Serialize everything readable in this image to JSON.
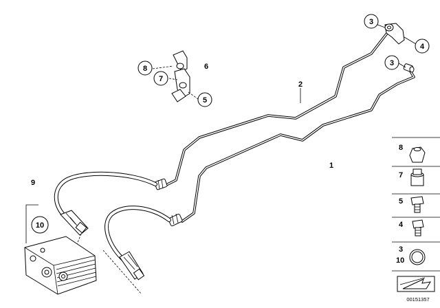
{
  "callouts": {
    "c1": "1",
    "c2": "2",
    "c3a": "3",
    "c3b": "3",
    "c4": "4",
    "c5": "5",
    "c6": "6",
    "c7": "7",
    "c8": "8",
    "c9": "9",
    "c10": "10"
  },
  "legend": {
    "l8": "8",
    "l7": "7",
    "l5": "5",
    "l4": "4",
    "l3": "3",
    "l10": "10"
  },
  "doc_id": "00151357"
}
